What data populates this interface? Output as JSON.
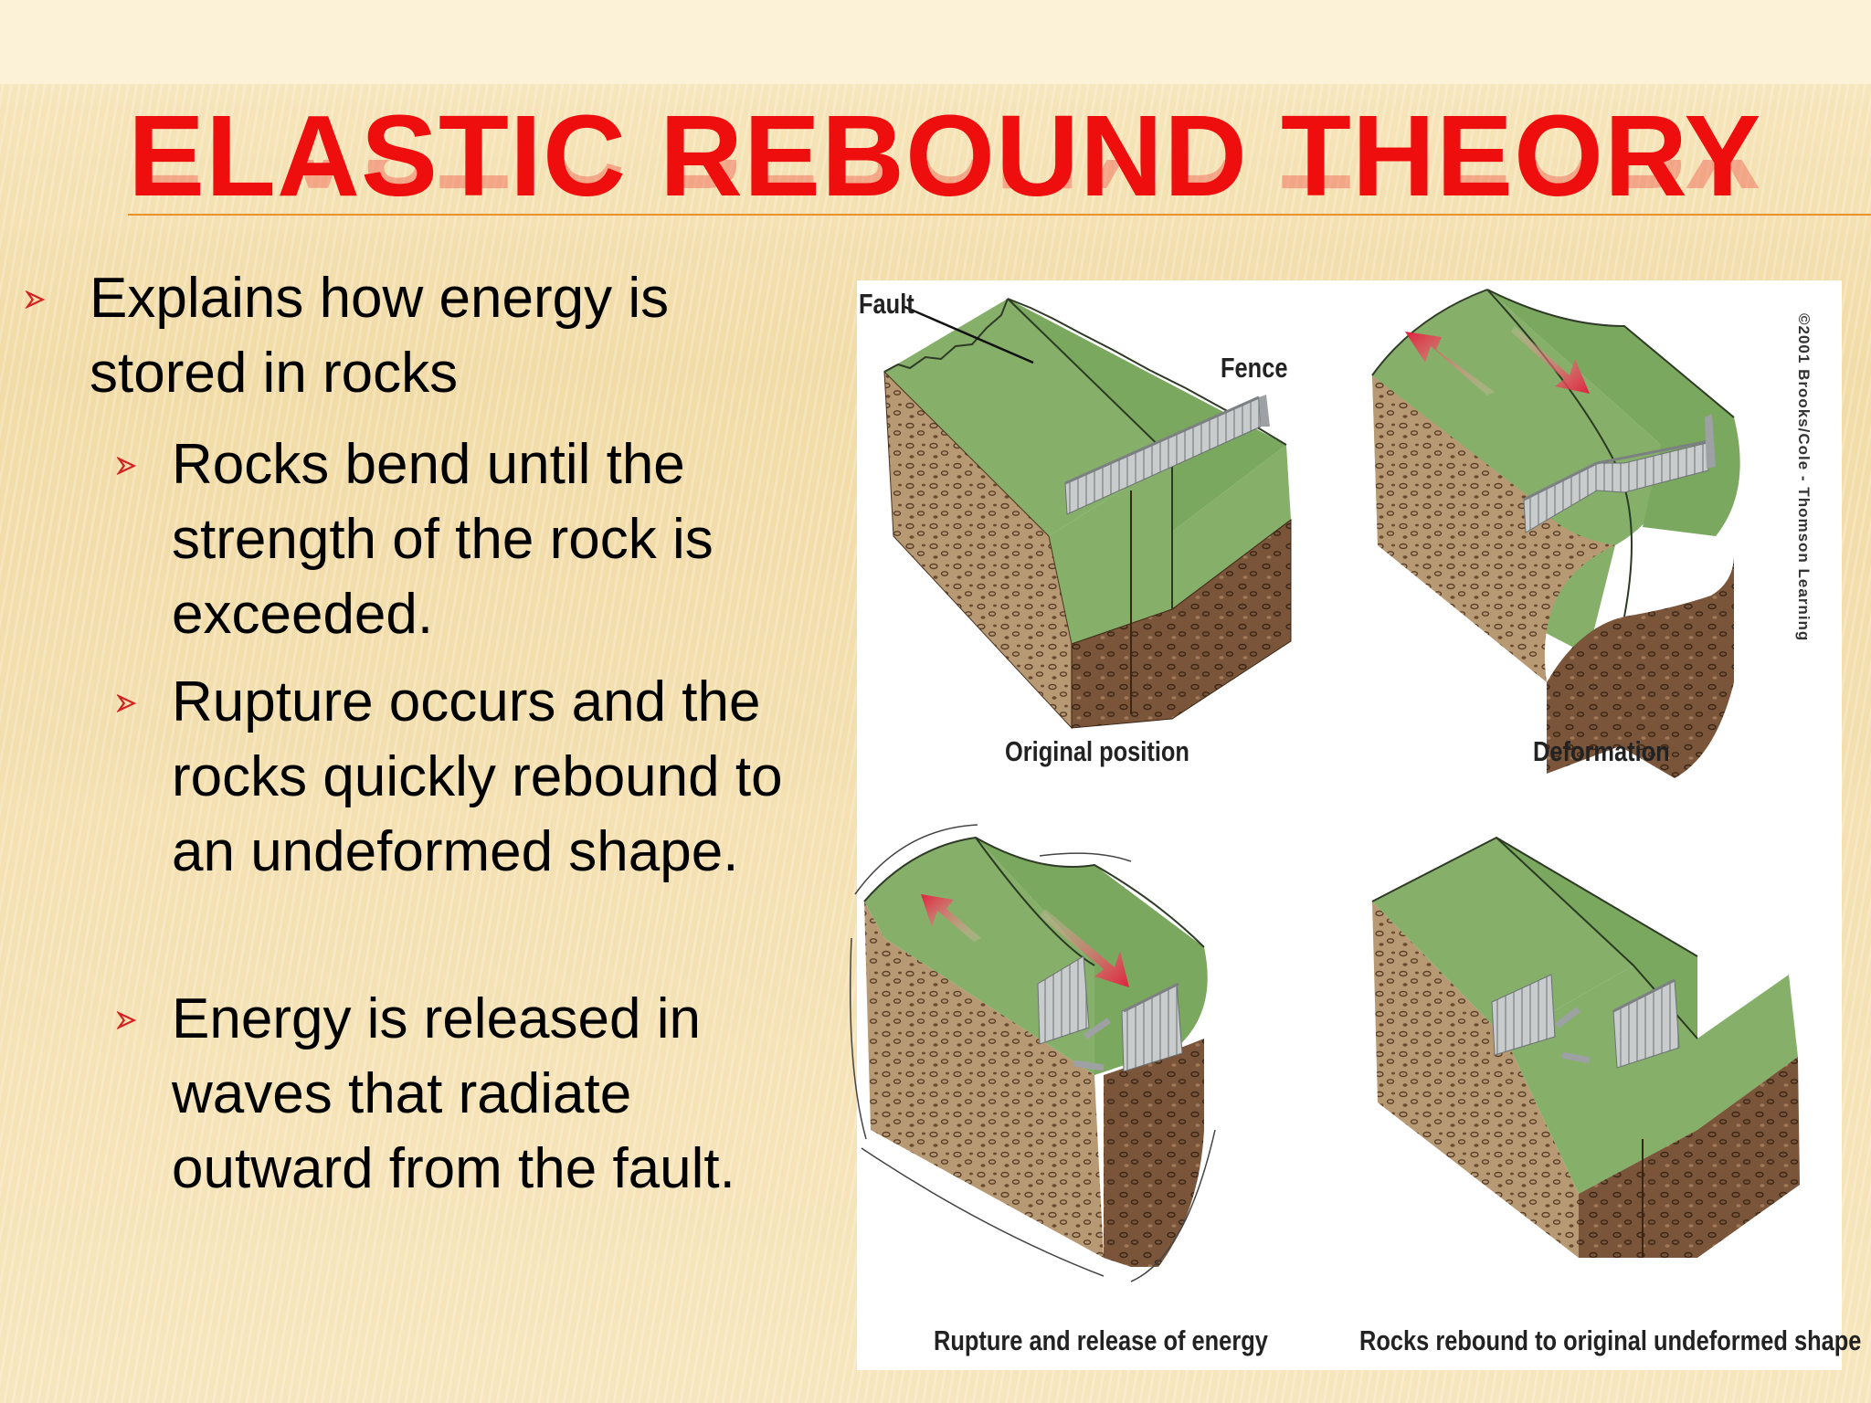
{
  "slide": {
    "title": "ELASTIC REBOUND THEORY",
    "bullets": [
      {
        "level": 1,
        "text": "Explains how energy is stored in rocks"
      },
      {
        "level": 2,
        "text": "Rocks bend until the strength of the rock is exceeded."
      },
      {
        "level": 2,
        "text": "Rupture occurs and the rocks quickly rebound to an undeformed shape."
      },
      {
        "level": 2,
        "text": "Energy is released in waves that radiate outward from the fault."
      }
    ]
  },
  "figure": {
    "copyright": "©2001 Brooks/Cole - Thomson Learning",
    "labels": {
      "fault": "Fault",
      "fence": "Fence"
    },
    "panels": [
      {
        "caption": "Original position"
      },
      {
        "caption": "Deformation"
      },
      {
        "caption": "Rupture and release of energy"
      },
      {
        "caption": "Rocks rebound to original undeformed shape"
      }
    ]
  },
  "colors": {
    "title": "#ee0e0e",
    "bullet_arrow": "#d42222",
    "grass": "#86b06a",
    "grass_dark": "#5f8f47",
    "rock": "#b79a74",
    "rock_dark": "#6f4a2f",
    "motion_arrow": "#e0203a",
    "fence": "#c9cccd"
  }
}
